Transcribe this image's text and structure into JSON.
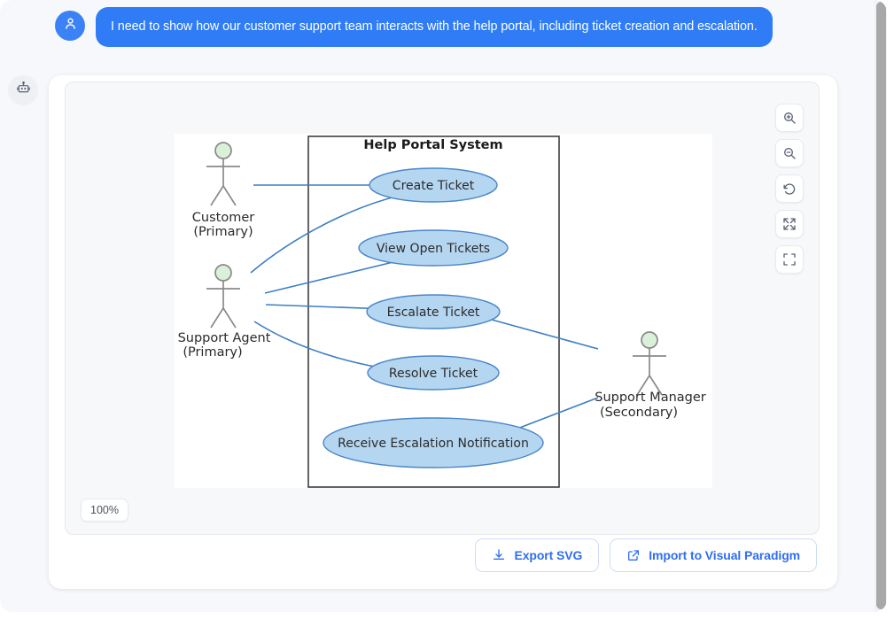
{
  "window": {
    "scrollbar": "vertical-scrollbar"
  },
  "chat": {
    "user_avatar_icon": "user-icon",
    "assistant_avatar_icon": "robot-icon",
    "user_message": "I need to show how our customer support team interacts with the help portal, including ticket creation and escalation."
  },
  "canvas": {
    "zoom_level": "100%",
    "tools": [
      {
        "name": "zoom-in-button",
        "icon": "magnifier-plus-icon"
      },
      {
        "name": "zoom-out-button",
        "icon": "magnifier-minus-icon"
      },
      {
        "name": "reset-view-button",
        "icon": "rotate-ccw-icon"
      },
      {
        "name": "fit-to-screen-button",
        "icon": "expand-arrows-icon"
      },
      {
        "name": "fullscreen-button",
        "icon": "frame-corners-icon"
      }
    ]
  },
  "actions": {
    "export_label": "Export SVG",
    "export_icon": "download-icon",
    "import_label": "Import to Visual Paradigm",
    "import_icon": "external-link-icon"
  },
  "diagram": {
    "type": "uml-use-case",
    "system_boundary_title": "Help Portal System",
    "colors": {
      "use_case_fill": "#b5d6f0",
      "use_case_stroke": "#4a86c8",
      "actor_head_fill": "#d9f0d9",
      "actor_stroke": "#8a8a8a",
      "connector": "#3d7fc1",
      "boundary_stroke": "#3d3d3d"
    },
    "actors": [
      {
        "name": "Customer",
        "role": "(Primary)"
      },
      {
        "name": "Support Agent",
        "role": "(Primary)"
      },
      {
        "name": "Support Manager",
        "role": "(Secondary)"
      }
    ],
    "use_cases": [
      {
        "label": "Create Ticket"
      },
      {
        "label": "View Open Tickets"
      },
      {
        "label": "Escalate Ticket"
      },
      {
        "label": "Resolve Ticket"
      },
      {
        "label": "Receive Escalation Notification"
      }
    ],
    "associations": [
      {
        "actor": "Customer",
        "use_case": "Create Ticket"
      },
      {
        "actor": "Support Agent",
        "use_case": "Create Ticket"
      },
      {
        "actor": "Support Agent",
        "use_case": "View Open Tickets"
      },
      {
        "actor": "Support Agent",
        "use_case": "Escalate Ticket"
      },
      {
        "actor": "Support Agent",
        "use_case": "Resolve Ticket"
      },
      {
        "actor": "Support Manager",
        "use_case": "Escalate Ticket"
      },
      {
        "actor": "Support Manager",
        "use_case": "Receive Escalation Notification"
      }
    ]
  }
}
